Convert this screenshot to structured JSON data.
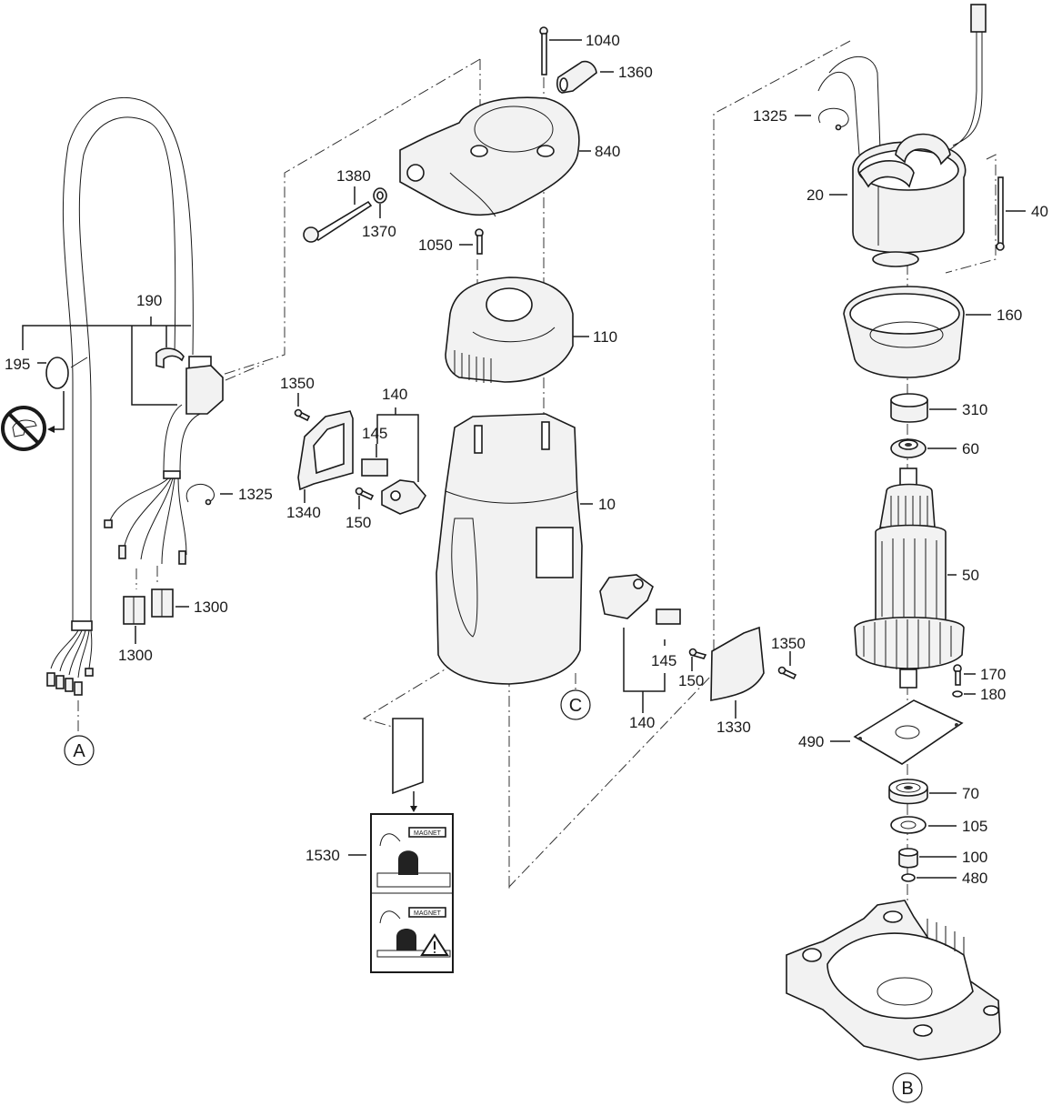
{
  "diagram": {
    "type": "exploded-parts-diagram",
    "callouts": {
      "p1040": "1040",
      "p1360": "1360",
      "p840": "840",
      "p1380": "1380",
      "p1370": "1370",
      "p1050": "1050",
      "p110": "110",
      "p190": "190",
      "p195": "195",
      "p1350a": "1350",
      "p140a": "140",
      "p145a": "145",
      "p1340": "1340",
      "p150a": "150",
      "p1325a": "1325",
      "p1300a": "1300",
      "p1300b": "1300",
      "p10": "10",
      "p145b": "145",
      "p150b": "150",
      "p140b": "140",
      "p1350b": "1350",
      "p1330": "1330",
      "p1530": "1530",
      "p1325b": "1325",
      "p20": "20",
      "p40": "40",
      "p160": "160",
      "p310": "310",
      "p60": "60",
      "p50": "50",
      "p170": "170",
      "p180": "180",
      "p490": "490",
      "p70": "70",
      "p105": "105",
      "p100": "100",
      "p480": "480"
    },
    "connectors": {
      "a": "A",
      "b": "B",
      "c": "C"
    },
    "warning_label": {
      "top_tag": "MAGNET",
      "bottom_tag": "MAGNET"
    },
    "icons": [
      "no-touch-hand-icon",
      "warning-triangle-icon"
    ]
  }
}
